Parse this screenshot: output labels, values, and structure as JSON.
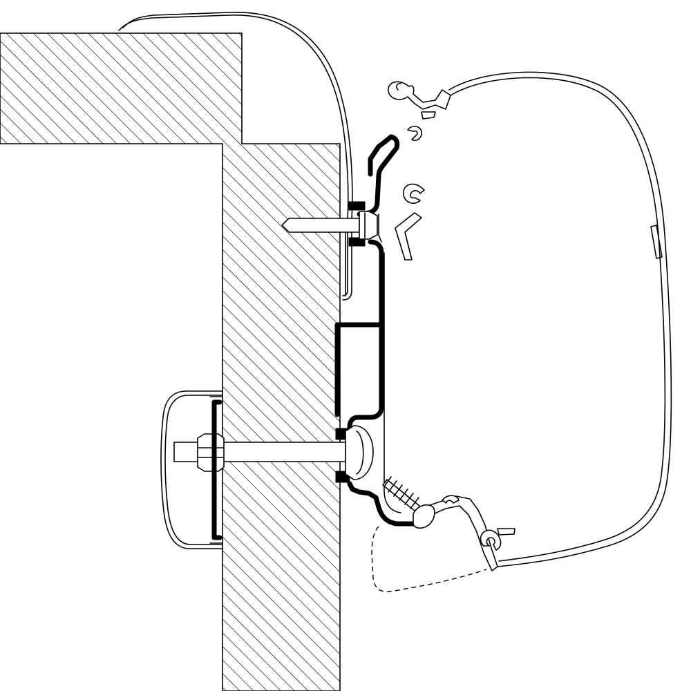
{
  "figure": {
    "colors": {
      "line": "#000000",
      "background": "#ffffff"
    },
    "parts": [
      "vehicle-wall-section",
      "roof-edge-trim",
      "awning-cassette-housing",
      "adapter-rail-bracket",
      "upper-wood-screw",
      "lower-bolt",
      "nut-and-washer",
      "inner-cover-cap",
      "self-tapping-screw",
      "alternate-profile-outline"
    ]
  }
}
